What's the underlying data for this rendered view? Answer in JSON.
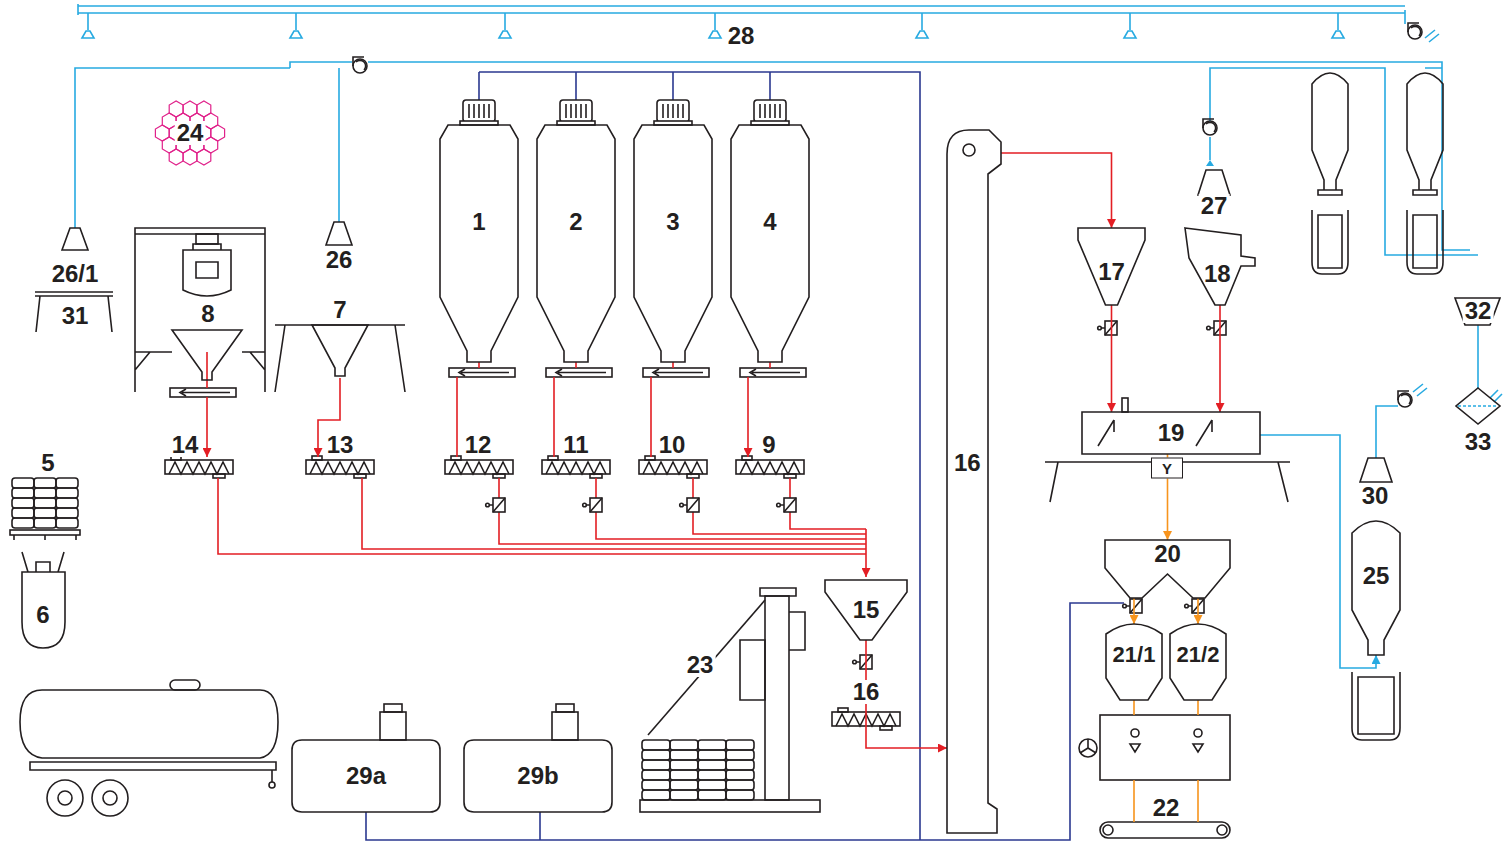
{
  "diagram": {
    "nodes": [
      {
        "text": [
          "1"
        ]
      },
      {
        "text": [
          "2"
        ]
      },
      {
        "text": [
          "3"
        ]
      },
      {
        "text": [
          "4"
        ]
      },
      {
        "text": [
          "17"
        ]
      },
      {
        "text": [
          "18"
        ]
      },
      {
        "text": [
          "19"
        ]
      },
      {
        "text": [
          "16"
        ]
      },
      {
        "text": [
          "25"
        ]
      },
      {
        "text": [
          "20"
        ]
      },
      {
        "text": [
          "15"
        ]
      },
      {
        "text": [
          "21/1"
        ]
      },
      {
        "text": [
          "21/2"
        ]
      },
      {
        "text": [
          "29a"
        ]
      },
      {
        "text": [
          "29b"
        ]
      }
    ],
    "edges": [
      {
        "from": 10,
        "to": 7,
        "arrow": "to"
      },
      {
        "from": 7,
        "to": 4,
        "arrow": "to"
      },
      {
        "from": 4,
        "to": 6,
        "arrow": "to"
      },
      {
        "from": 5,
        "to": 6,
        "arrow": "to"
      },
      {
        "from": 6,
        "to": 9,
        "arrow": "to"
      },
      {
        "from": 9,
        "to": 11,
        "arrow": "to"
      },
      {
        "from": 9,
        "to": 12,
        "arrow": "to"
      },
      {
        "from": 6,
        "to": 8,
        "arrow": "to"
      }
    ],
    "labels": [
      "28",
      "24",
      "26/1",
      "31",
      "8",
      "26",
      "7",
      "14",
      "13",
      "12",
      "11",
      "10",
      "9",
      "5",
      "6",
      "16",
      "23",
      "22",
      "27",
      "32",
      "33",
      "30",
      "Y"
    ]
  }
}
